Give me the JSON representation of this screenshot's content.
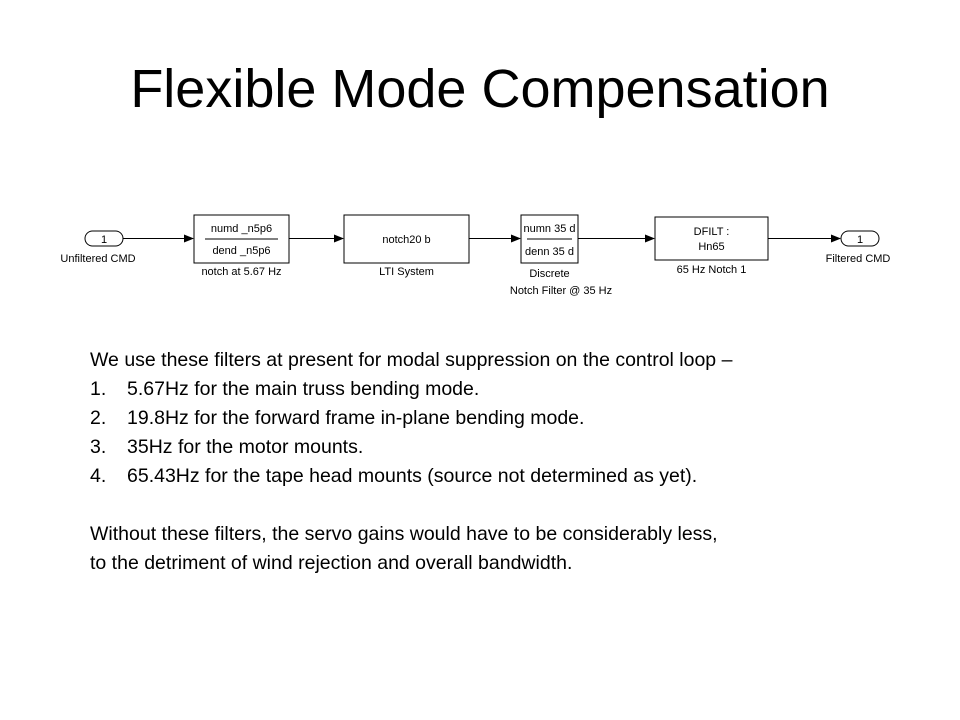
{
  "slide": {
    "title": "Flexible Mode Compensation"
  },
  "diagram": {
    "input_port": {
      "number": "1",
      "label": "Unfiltered CMD"
    },
    "block1": {
      "numerator": "numd _n5p6",
      "denominator": "dend _n5p6",
      "caption": "notch at  5.67  Hz"
    },
    "block2": {
      "text": "notch20 b",
      "caption": "LTI System"
    },
    "block3": {
      "numerator": "numn 35 d",
      "denominator": "denn 35 d",
      "caption_line1": "Discrete",
      "caption_line2": "Notch Filter  @ 35  Hz"
    },
    "block4": {
      "line1": "DFILT :",
      "line2": "Hn65",
      "caption": "65 Hz  Notch 1"
    },
    "output_port": {
      "number": "1",
      "label": "Filtered CMD"
    }
  },
  "body": {
    "intro": "We use these filters at present for modal suppression on the control loop –",
    "items": [
      {
        "num": "1.",
        "text": "5.67Hz for the main truss bending mode."
      },
      {
        "num": "2.",
        "text": "19.8Hz for the forward frame in-plane bending mode."
      },
      {
        "num": "3.",
        "text": "35Hz for the motor mounts."
      },
      {
        "num": "4.",
        "text": "65.43Hz for the tape head mounts (source not determined as yet)."
      }
    ],
    "conclusion_line1": "Without these filters, the servo gains would have to be considerably less,",
    "conclusion_line2": "to the detriment of wind rejection and overall bandwidth."
  }
}
